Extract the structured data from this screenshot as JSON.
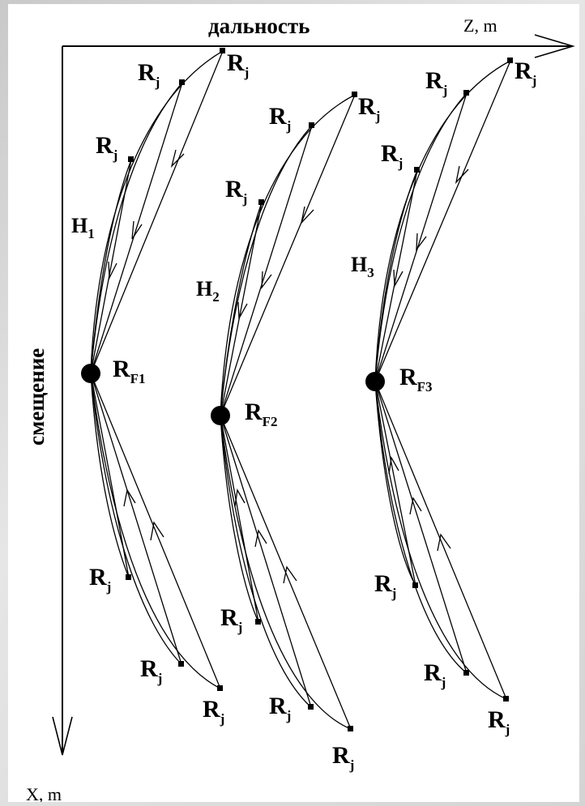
{
  "axes": {
    "x_axis_title": "дальность",
    "x_axis_unit": "Z, m",
    "y_axis_title": "смещение",
    "y_axis_unit": "X, m"
  },
  "labels": {
    "receiver_main": "R",
    "receiver_sub": "j",
    "focus_main": "R",
    "focus_sub_1": "F1",
    "focus_sub_2": "F2",
    "focus_sub_3": "F3",
    "h_main": "H",
    "h_sub_1": "1",
    "h_sub_2": "2",
    "h_sub_3": "3"
  }
}
